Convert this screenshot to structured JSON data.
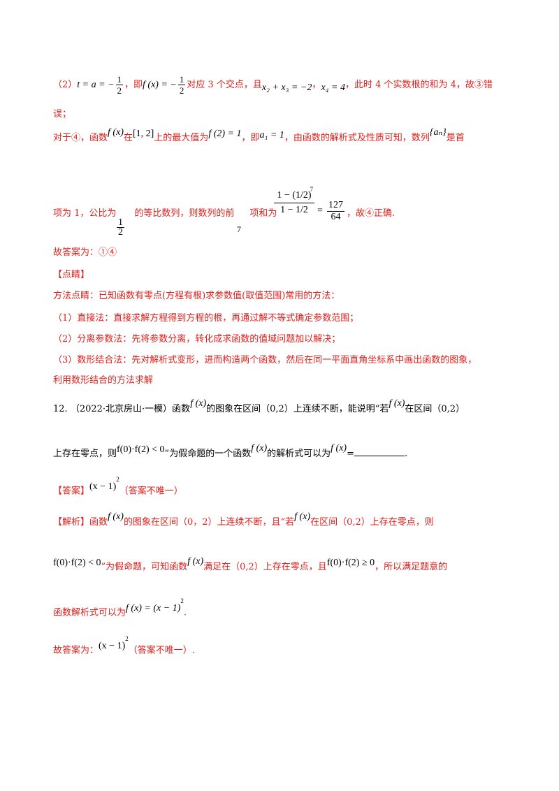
{
  "line1": {
    "prefix": "（2）",
    "t1": "，即",
    "t2": "对应 3 个交点，且",
    "t3": "，",
    "t4": "，此时 4 个实数根的和为 4，故③错"
  },
  "line2": "误；",
  "line3": {
    "t1": "对于④，函数",
    "t2": "在",
    "t3": "上的最大值为",
    "t4": "，即",
    "t5": "，由函数的解析式及性质可知，数列",
    "t6": "是首"
  },
  "line4": {
    "t1": "项为 1，公比为",
    "t2": "的等比数列，则数列的前",
    "t3": "项和为",
    "t4": "，故④正确."
  },
  "answer_line": "故答案为：①④",
  "tip_header": "【点睛】",
  "tip_lines": [
    "方法点睛：已知函数有零点(方程有根)求参数值(取值范围)常用的方法：",
    "（1）直接法：直接求解方程得到方程的根，再通过解不等式确定参数范围；",
    "（2）分离参数法：先将参数分离，转化成求函数的值域问题加以解决；",
    "（3）数形结合法：先对解析式变形，进而构造两个函数，然后在同一平面直角坐标系中画出函数的图象，",
    "利用数形结合的方法求解"
  ],
  "q12": {
    "number": "12.",
    "source": "（2022·北京房山·一模）函数",
    "t1": "的图象在区间（0,2）上连续不断，能说明“若",
    "t2": "在区间（0,2）",
    "t3": "上存在零点，则",
    "t4": "”为假命题的一个函数",
    "t5": "的解析式可以为",
    "t6": "=",
    "t7": "."
  },
  "ans": {
    "label": "【答案】",
    "note": "（答案不唯一）"
  },
  "analysis": {
    "label": "【解析】",
    "t1": "函数",
    "t2": "的图象在区间（0，2）上连续不断，且“若",
    "t3": "在区间（0,2）上存在零点，则",
    "t4": "”为假命题，可知函数",
    "t5": "满足在（0,2）上存在零点，且",
    "t6": "，所以满足题意的",
    "t7": "函数解析式可以为",
    "t8": ".",
    "final": "故答案为：",
    "final_note": "（答案不唯一）."
  },
  "math": {
    "t_eq": "t = a = −",
    "f_x": "f (x)",
    "f_eq": "f (x) = −",
    "x2x3": "x₂ + x₃ = −2",
    "x4": "x₄ = 4",
    "interval": "[1, 2]",
    "f2": "f (2) = 1",
    "a1": "a₁ = 1",
    "an": "{aₙ}",
    "half_num": "1",
    "half_den": "2",
    "seven": "7",
    "sum_num": "1 − (1/2)",
    "sum_den": "1 − 1/2",
    "sum_exp": "7",
    "eq": "=",
    "result_num": "127",
    "result_den": "64",
    "f0f2_lt": "f(0)·f(2) < 0",
    "f0f2_ge": "f(0)·f(2) ≥ 0",
    "sq": "(x − 1)",
    "sq_exp": "2",
    "f_def": "f (x) = (x − 1)"
  }
}
